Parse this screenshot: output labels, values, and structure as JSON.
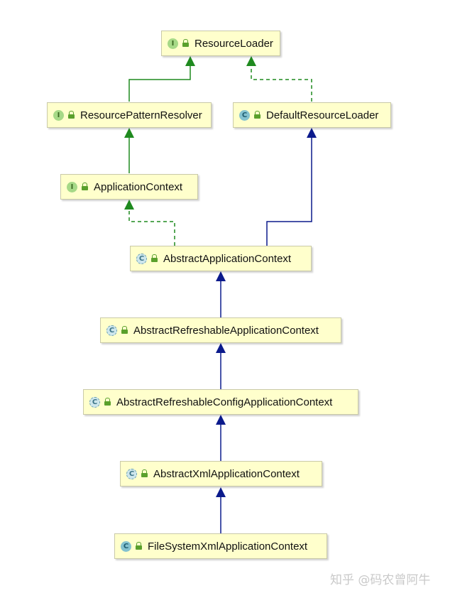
{
  "nodes": [
    {
      "id": "resource-loader",
      "label": "ResourceLoader",
      "kind": "interface",
      "badge": "I"
    },
    {
      "id": "resource-pattern-resolver",
      "label": "ResourcePatternResolver",
      "kind": "interface",
      "badge": "I"
    },
    {
      "id": "default-resource-loader",
      "label": "DefaultResourceLoader",
      "kind": "class",
      "badge": "C"
    },
    {
      "id": "application-context",
      "label": "ApplicationContext",
      "kind": "interface",
      "badge": "I"
    },
    {
      "id": "abstract-application-context",
      "label": "AbstractApplicationContext",
      "kind": "abstract-class",
      "badge": "C"
    },
    {
      "id": "abstract-refreshable-application-context",
      "label": "AbstractRefreshableApplicationContext",
      "kind": "abstract-class",
      "badge": "C"
    },
    {
      "id": "abstract-refreshable-config-application-context",
      "label": "AbstractRefreshableConfigApplicationContext",
      "kind": "abstract-class",
      "badge": "C"
    },
    {
      "id": "abstract-xml-application-context",
      "label": "AbstractXmlApplicationContext",
      "kind": "abstract-class",
      "badge": "C"
    },
    {
      "id": "file-system-xml-application-context",
      "label": "FileSystemXmlApplicationContext",
      "kind": "class",
      "badge": "C"
    }
  ],
  "edges": [
    {
      "from": "resource-pattern-resolver",
      "to": "resource-loader",
      "type": "extends-interface",
      "color": "#1f8a1f"
    },
    {
      "from": "default-resource-loader",
      "to": "resource-loader",
      "type": "implements",
      "color": "#1f8a1f"
    },
    {
      "from": "application-context",
      "to": "resource-pattern-resolver",
      "type": "extends-interface",
      "color": "#1f8a1f"
    },
    {
      "from": "abstract-application-context",
      "to": "application-context",
      "type": "implements",
      "color": "#1f8a1f"
    },
    {
      "from": "abstract-application-context",
      "to": "default-resource-loader",
      "type": "extends",
      "color": "#0b1a8c"
    },
    {
      "from": "abstract-refreshable-application-context",
      "to": "abstract-application-context",
      "type": "extends",
      "color": "#0b1a8c"
    },
    {
      "from": "abstract-refreshable-config-application-context",
      "to": "abstract-refreshable-application-context",
      "type": "extends",
      "color": "#0b1a8c"
    },
    {
      "from": "abstract-xml-application-context",
      "to": "abstract-refreshable-config-application-context",
      "type": "extends",
      "color": "#0b1a8c"
    },
    {
      "from": "file-system-xml-application-context",
      "to": "abstract-xml-application-context",
      "type": "extends",
      "color": "#0b1a8c"
    }
  ],
  "watermark": "知乎 @码农曾阿牛"
}
